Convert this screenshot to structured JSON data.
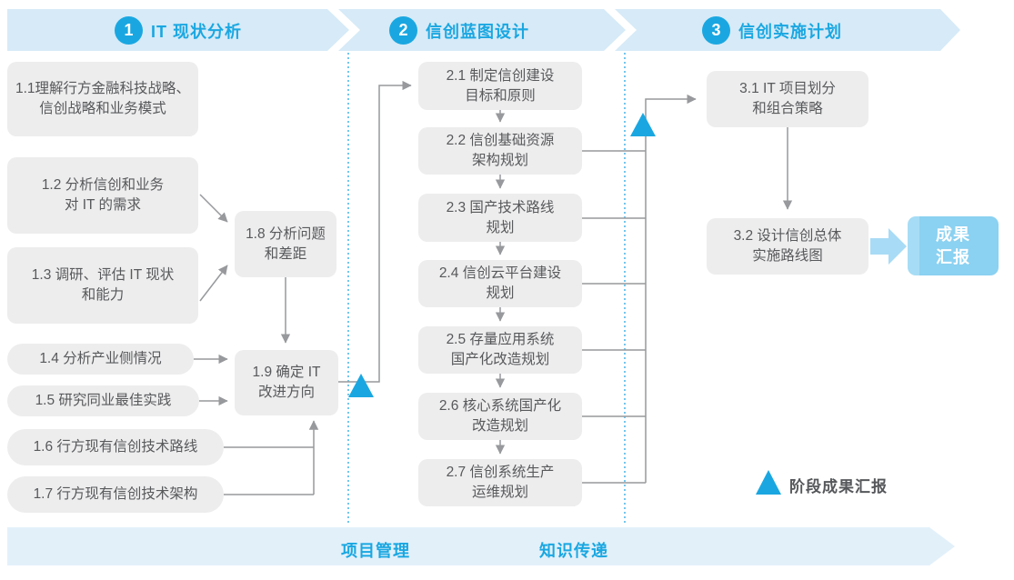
{
  "colors": {
    "accent": "#1AA7E1",
    "band_top": "#D6EAF7",
    "band_bottom": "#E2F0FA",
    "box_bg": "#EDEDEE",
    "box_text": "#58595B",
    "connector": "#97999C",
    "result_bg": "#8BD1F1",
    "flow_arrow": "#A8DBF5"
  },
  "phases": [
    {
      "number": "1",
      "label": "IT 现状分析"
    },
    {
      "number": "2",
      "label": "信创蓝图设计"
    },
    {
      "number": "3",
      "label": "信创实施计划"
    }
  ],
  "boxes": {
    "b11": {
      "line1": "1.1理解行方金融科技战略、",
      "line2": "信创战略和业务模式"
    },
    "b12": {
      "line1": "1.2 分析信创和业务",
      "line2": "对 IT 的需求"
    },
    "b13": {
      "line1": "1.3 调研、评估 IT 现状",
      "line2": "和能力"
    },
    "b14": {
      "label": "1.4 分析产业侧情况"
    },
    "b15": {
      "label": "1.5 研究同业最佳实践"
    },
    "b16": {
      "label": "1.6 行方现有信创技术路线"
    },
    "b17": {
      "label": "1.7 行方现有信创技术架构"
    },
    "b18": {
      "line1": "1.8 分析问题",
      "line2": "和差距"
    },
    "b19": {
      "line1": "1.9 确定 IT",
      "line2": "改进方向"
    },
    "b21": {
      "line1": "2.1 制定信创建设",
      "line2": "目标和原则"
    },
    "b22": {
      "line1": "2.2 信创基础资源",
      "line2": "架构规划"
    },
    "b23": {
      "line1": "2.3 国产技术路线",
      "line2": "规划"
    },
    "b24": {
      "line1": "2.4 信创云平台建设",
      "line2": "规划"
    },
    "b25": {
      "line1": "2.5 存量应用系统",
      "line2": "国产化改造规划"
    },
    "b26": {
      "line1": "2.6 核心系统国产化",
      "line2": "改造规划"
    },
    "b27": {
      "line1": "2.7 信创系统生产",
      "line2": "运维规划"
    },
    "b31": {
      "line1": "3.1 IT 项目划分",
      "line2": "和组合策略"
    },
    "b32": {
      "line1": "3.2 设计信创总体",
      "line2": "实施路线图"
    }
  },
  "result_box": {
    "line1": "成果",
    "line2": "汇报"
  },
  "legend": {
    "label": "阶段成果汇报"
  },
  "bottom": {
    "items": [
      "项目管理",
      "知识传递"
    ]
  }
}
